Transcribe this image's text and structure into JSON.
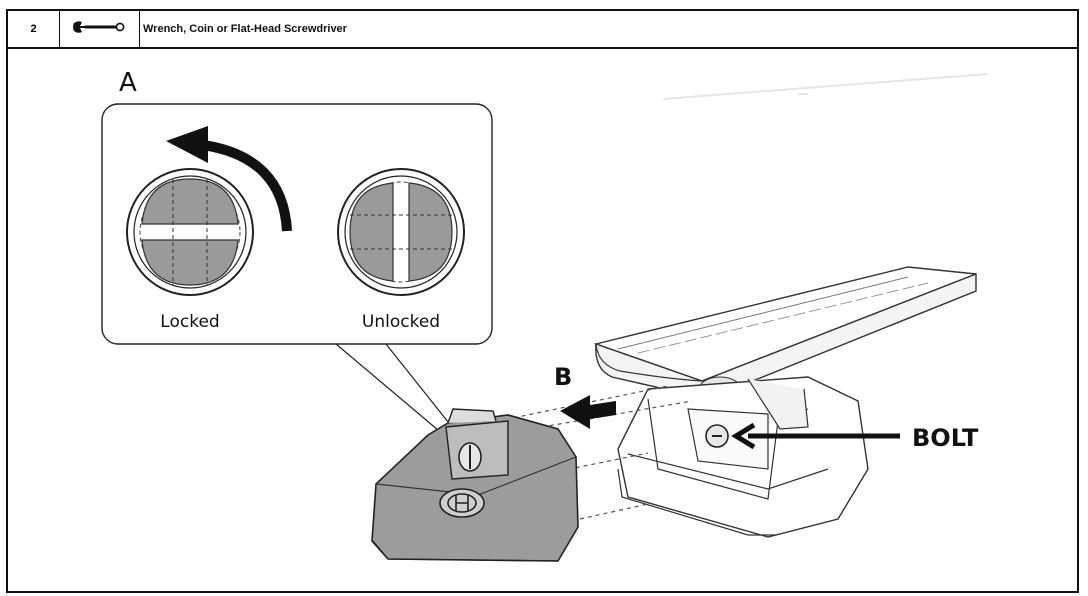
{
  "header": {
    "step_number": "2",
    "tool_icon": "wrench-icon",
    "tool_description": "Wrench, Coin or Flat-Head Screwdriver"
  },
  "figure": {
    "callout_a": "A",
    "callout_b": "B",
    "state_locked": "Locked",
    "state_unlocked": "Unlocked",
    "bolt_label": "BOLT"
  }
}
